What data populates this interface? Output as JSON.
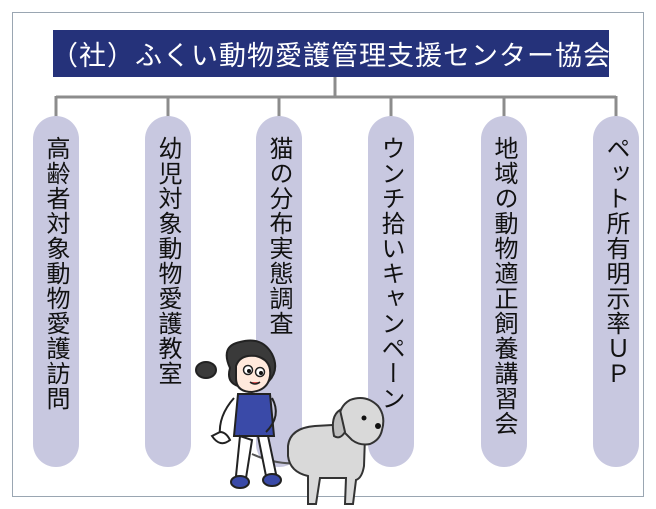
{
  "title": "（社）ふくい動物愛護管理支援センター協会",
  "colors": {
    "title_bg": "#25327a",
    "pill_bg": "#c8c8e0",
    "connector": "#8c8c8c"
  },
  "activities": [
    {
      "label": "高齢者対象動物愛護訪問"
    },
    {
      "label": "幼児対象動物愛護教室"
    },
    {
      "label": "猫の分布実態調査"
    },
    {
      "label": "ウンチ拾いキャンペーン"
    },
    {
      "label": "地域の動物適正飼養講習会"
    },
    {
      "label": "ペット所有明示率ＵＰ"
    }
  ],
  "illustration": {
    "icon": "child-walking-dog-icon"
  }
}
